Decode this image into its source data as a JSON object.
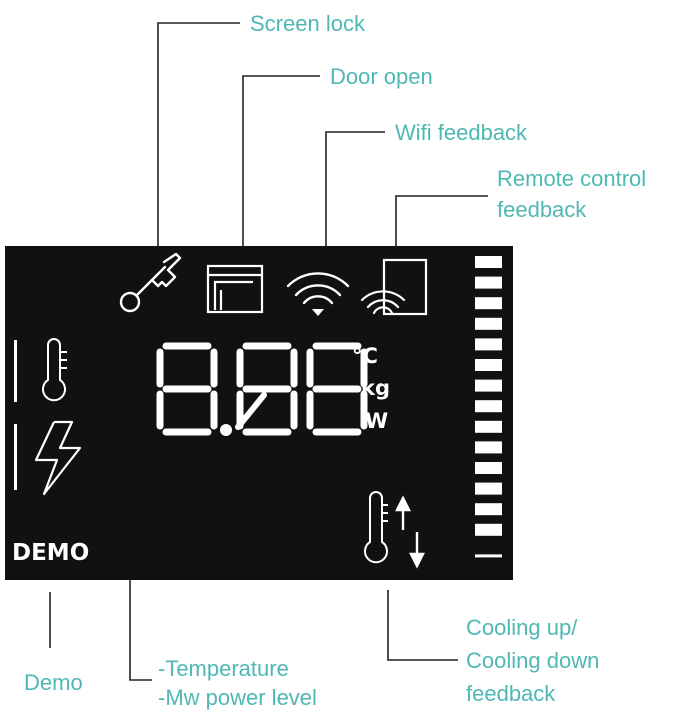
{
  "callouts": {
    "screen_lock": "Screen lock",
    "door_open": "Door open",
    "wifi_feedback": "Wifi feedback",
    "remote_control": [
      "Remote control",
      "feedback"
    ],
    "demo": "Demo",
    "temp_power": [
      "-Temperature",
      "-Mw power level"
    ],
    "cooling": [
      "Cooling up/",
      "Cooling down",
      "feedback"
    ]
  },
  "display": {
    "digits": "8.88",
    "unit_celsius": "°C",
    "unit_kg": "kg",
    "unit_w": "W",
    "demo_label": "DEMO",
    "level_bar_count": 15
  },
  "colors": {
    "panel": "#111111",
    "segment": "#ffffff",
    "callout_text": "#4fb8b4",
    "leader_line": "#222222"
  },
  "icons": [
    "key-icon",
    "door-icon",
    "wifi-icon",
    "remote-control-icon",
    "thermometer-icon",
    "lightning-icon",
    "thermometer-arrows-icon"
  ]
}
